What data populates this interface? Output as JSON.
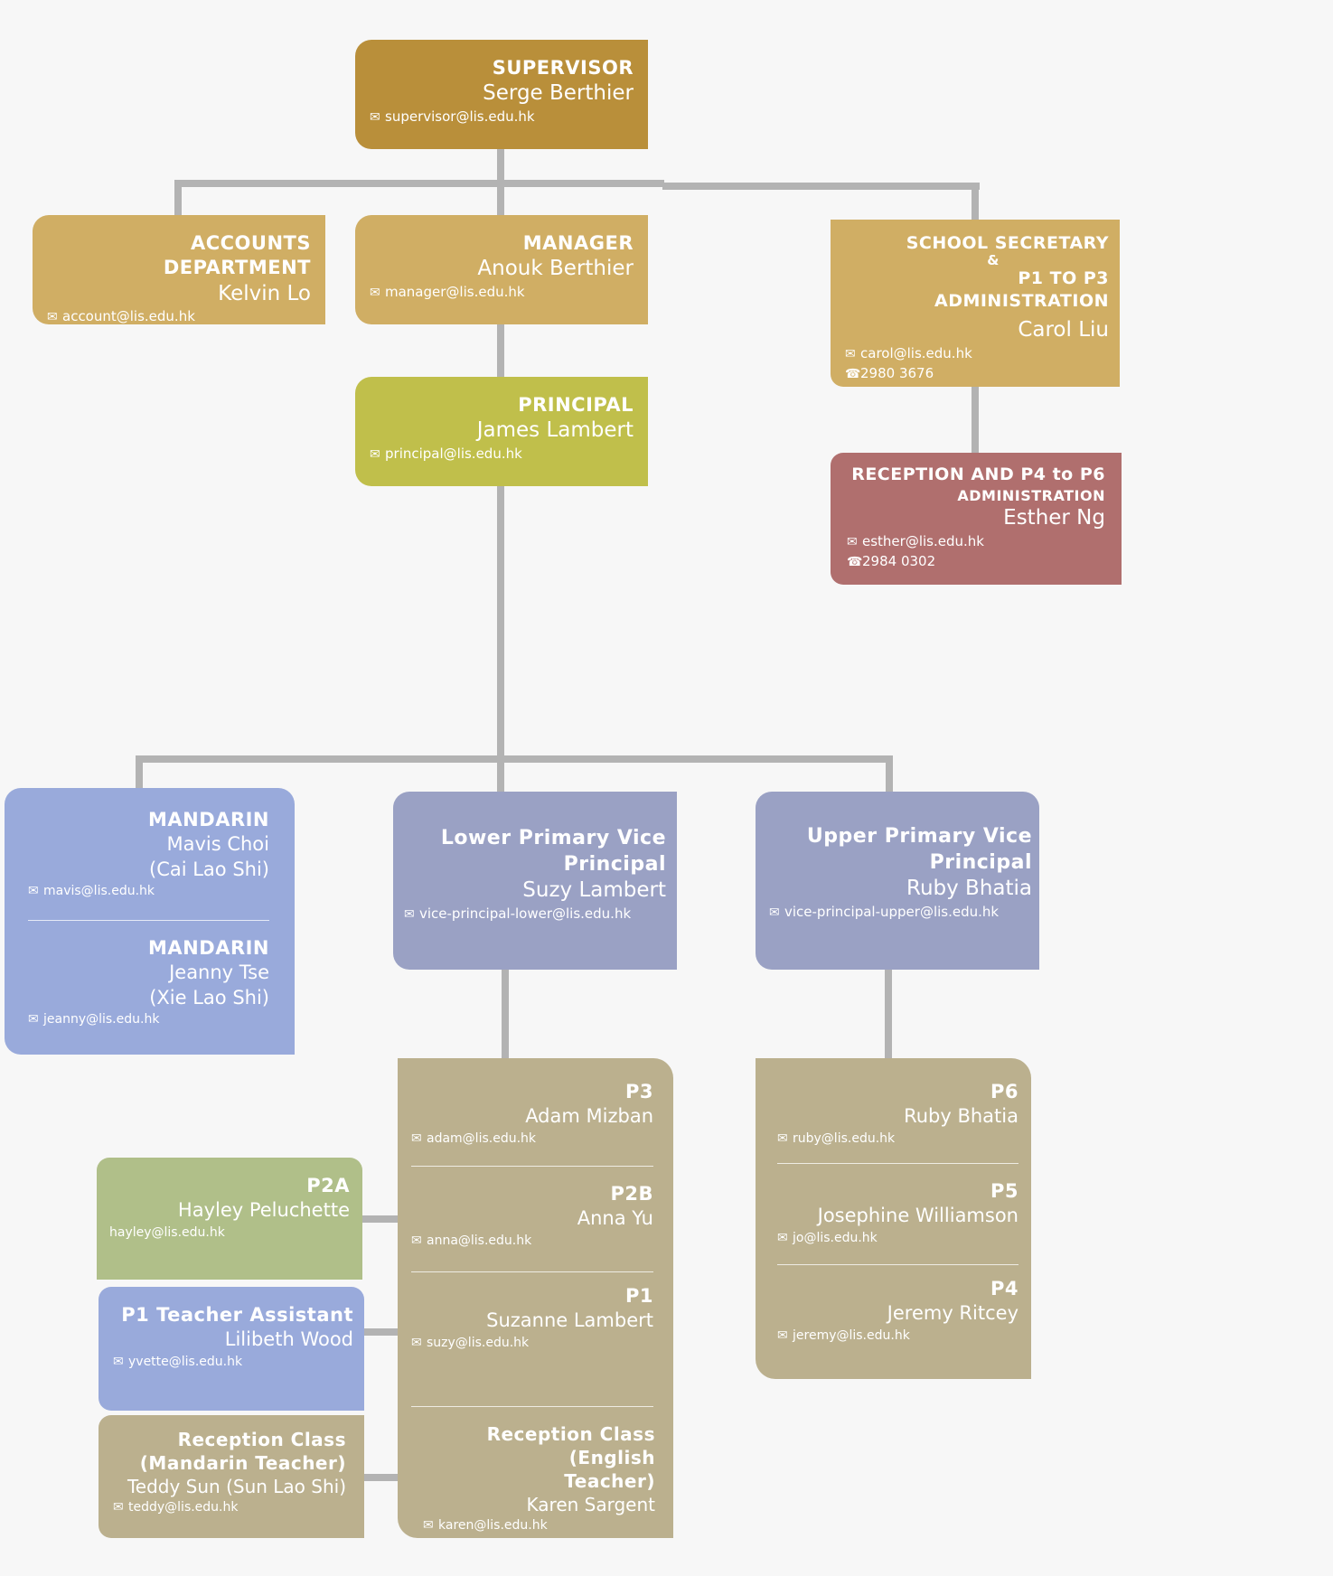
{
  "colors": {
    "supervisor": "#b98f3a",
    "admin": "#d0ae64",
    "principal": "#c0bf4b",
    "reception": "#b06f6e",
    "mandarin": "#99aadb",
    "vice": "#9aa1c4",
    "class": "#bbb08e",
    "p2a": "#b0bf89",
    "connector": "#b3b3b3"
  },
  "icons": {
    "email": "envelope-icon",
    "phone": "phone-icon"
  },
  "supervisor": {
    "title": "SUPERVISOR",
    "name": "Serge Berthier",
    "email": "supervisor@lis.edu.hk"
  },
  "accounts": {
    "title": "ACCOUNTS DEPARTMENT",
    "name": "Kelvin Lo",
    "email": "account@lis.edu.hk"
  },
  "manager": {
    "title": "MANAGER",
    "name": "Anouk Berthier",
    "email": "manager@lis.edu.hk"
  },
  "secretary": {
    "title_line1": "SCHOOL SECRETARY",
    "title_line2": "&",
    "title_line3": "P1 TO P3 ADMINISTRATION",
    "name": "Carol Liu",
    "email": "carol@lis.edu.hk",
    "phone": "2980 3676"
  },
  "principal": {
    "title": "PRINCIPAL",
    "name": "James Lambert",
    "email": "principal@lis.edu.hk"
  },
  "reception_admin": {
    "title_line1": "RECEPTION AND P4 to P6",
    "title_line2": "ADMINISTRATION",
    "name": "Esther Ng",
    "email": "esther@lis.edu.hk",
    "phone": "2984 0302"
  },
  "mandarin": [
    {
      "title": "MANDARIN",
      "name": "Mavis Choi",
      "chinese": "(Cai Lao Shi)",
      "email": "mavis@lis.edu.hk"
    },
    {
      "title": "MANDARIN",
      "name": "Jeanny Tse",
      "chinese": "(Xie Lao Shi)",
      "email": "jeanny@lis.edu.hk"
    }
  ],
  "lower_vp": {
    "title_line1": "Lower Primary Vice",
    "title_line2": "Principal",
    "name": "Suzy Lambert",
    "email": "vice-principal-lower@lis.edu.hk"
  },
  "upper_vp": {
    "title_line1": "Upper Primary Vice",
    "title_line2": "Principal",
    "name": "Ruby Bhatia",
    "email": "vice-principal-upper@lis.edu.hk"
  },
  "lower_classes": [
    {
      "title": "P3",
      "name": "Adam Mizban",
      "email": "adam@lis.edu.hk"
    },
    {
      "title": "P2B",
      "name": "Anna Yu",
      "email": "anna@lis.edu.hk"
    },
    {
      "title": "P1",
      "name": "Suzanne Lambert",
      "email": "suzy@lis.edu.hk"
    },
    {
      "title_line1": "Reception Class (English",
      "title_line2": "Teacher)",
      "name": "Karen Sargent",
      "email": "karen@lis.edu.hk"
    }
  ],
  "upper_classes": [
    {
      "title": "P6",
      "name": "Ruby Bhatia",
      "email": "ruby@lis.edu.hk"
    },
    {
      "title": "P5",
      "name": "Josephine Williamson",
      "email": "jo@lis.edu.hk"
    },
    {
      "title": "P4",
      "name": "Jeremy Ritcey",
      "email": "jeremy@lis.edu.hk"
    }
  ],
  "p2a": {
    "title": "P2A",
    "name": "Hayley Peluchette",
    "email": "hayley@lis.edu.hk"
  },
  "p1_assistant": {
    "title": "P1 Teacher Assistant",
    "name": "Lilibeth Wood",
    "email": "yvette@lis.edu.hk"
  },
  "reception_mandarin": {
    "title_line1": "Reception Class",
    "title_line2": "(Mandarin Teacher)",
    "name": "Teddy Sun (Sun Lao Shi)",
    "email": "teddy@lis.edu.hk"
  }
}
